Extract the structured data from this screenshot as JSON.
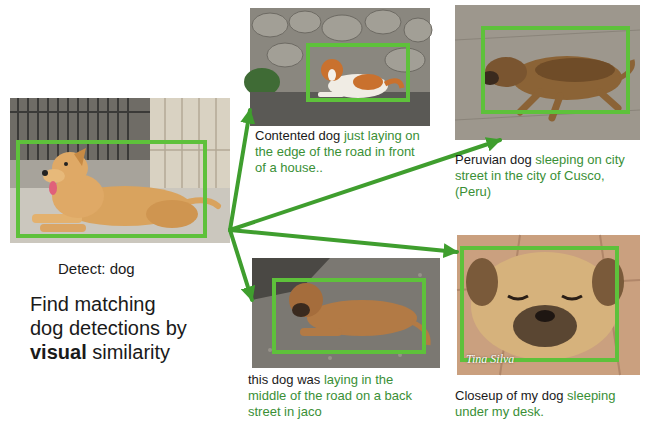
{
  "diagram": {
    "nodes": [
      {
        "text": [
          "Detect: dog"
        ]
      },
      {
        "text": [
          "Contented dog",
          "just laying on the edge of the road in front of a house.."
        ]
      },
      {
        "text": [
          "Peruvian dog",
          "sleeping on city street in the city of Cusco, (Peru)"
        ]
      },
      {
        "text": [
          "this dog was",
          "laying in the middle of the road on a back street in jaco"
        ]
      },
      {
        "text": [
          "Closeup of my dog",
          "sleeping under my desk."
        ]
      }
    ],
    "edges": [
      {
        "from": 0,
        "to": 1,
        "arrow": "to"
      },
      {
        "from": 0,
        "to": 2,
        "arrow": "to"
      },
      {
        "from": 0,
        "to": 3,
        "arrow": "to"
      },
      {
        "from": 0,
        "to": 4,
        "arrow": "to"
      }
    ],
    "labels": [
      "Find matching dog detections by",
      "visual",
      "similarity",
      "Tina Silva"
    ]
  }
}
